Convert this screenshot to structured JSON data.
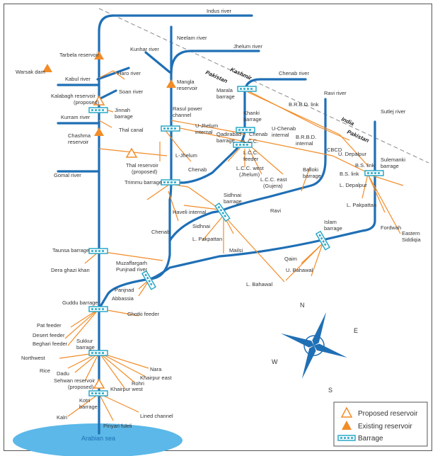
{
  "colors": {
    "river": "#1f6fb5",
    "canal": "#f28c28",
    "sea": "#5bb8e8",
    "barrage": "#2aa8c8",
    "boundary": "#888888"
  },
  "rivers": {
    "indus": "Indus river",
    "neelam": "Neelam river",
    "jhelum": "Jhelum river",
    "kunhar": "Kunhar river",
    "haro": "Haro river",
    "kabul": "Kabul river",
    "soan": "Soan river",
    "kurram": "Kurram river",
    "gomal": "Gomal river",
    "chenab": "Chenab river",
    "ravi": "Ravi river",
    "sutlej": "Sutlej river"
  },
  "reservoirs": {
    "tarbela": "Tarbela reservoir",
    "warsak": "Warsak dam",
    "kalabagh": "Kalabagh reservoir",
    "kalabagh_sub": "(proposed)",
    "chashma": "Chashma",
    "chashma_2": "reservoir",
    "mangla": "Mangla",
    "mangla_2": "reservoir",
    "thal": "Thal reservoir",
    "thal_sub": "(proposed)",
    "sehwan": "Sehwan reservoir",
    "sehwan_sub": "(proposed)"
  },
  "barrages": {
    "jinnah": "Jinnah",
    "jinnah_2": "barrage",
    "marala": "Marala",
    "marala_2": "barrage",
    "khanki": "Khanki",
    "khanki_2": "barrage",
    "qadirabad": "Qadirabad",
    "qadirabad_2": "barrage",
    "trimmu": "Trimmu barrage",
    "sidhnai": "Sidhnai",
    "sidhnai_2": "barrage",
    "balloki": "Balloki",
    "balloki_2": "barrage",
    "sulemanki": "Sulemanki",
    "sulemanki_2": "barrage",
    "islam": "Islam",
    "islam_2": "barrage",
    "taunsa": "Taunsa barrage",
    "muzaffargarh": "Muzaffargarh",
    "panjnad": "Punjnad river",
    "guddu": "Guddu barrage",
    "sukkur": "Sukkur",
    "sukkur_2": "barrage",
    "kotri": "Kotri",
    "kotri_2": "barrage"
  },
  "canals": {
    "rasul": "Rasul power",
    "rasul_2": "channel",
    "thal_canal": "Thal canal",
    "u_jhelum": "U-Jhelum",
    "u_jhelum_2": "internal",
    "l_jhelum": "L-Jhelum",
    "chenab": "Chenab",
    "chenab_b": "Chenab",
    "chenab_2": "Chenab",
    "chenab_lcc": "Chenab",
    "lcc_feeder": "L.C.C.",
    "lcc_feeder_2": "feeder",
    "lcc_west": "L.C.C. west",
    "lcc_west_2": "(Jhelum)",
    "lcc_east": "L.C.C. east",
    "lcc_east_2": "(Gujera)",
    "lcc": "L.C.C.",
    "u_chenab": "U-Chenab",
    "u_chenab_2": "internal",
    "brbd_link": "B.R.B.D. link",
    "brbd_internal": "B.R.B.D.",
    "brbd_internal_2": "internal",
    "cbcd": "CBCD",
    "u_depalpur": "U. Depalpur",
    "bs_link": "B.S. link",
    "bs_link_2": "B.S. link",
    "l_depalpur": "L. Depalpur",
    "l_pakpattan": "L. Pakpattan",
    "l_pakpattan_2": "L. Pakpattan",
    "fordwah": "Fordwah",
    "eastern_sadiqia": "Eastern",
    "eastern_sadiqia_2": "Siddiqia",
    "haveli": "Haveli internal",
    "sidhnai_canal": "Sidhnai",
    "mailsi": "Mailsi",
    "ravi": "Ravi",
    "qaim": "Qaim",
    "u_bahawal": "U. Bahawal",
    "l_bahawal": "L. Bahawal",
    "dera_ghazi": "Dera ghazi khan",
    "panjnad": "Panjnad",
    "abbasia": "Abbassia",
    "pat": "Pat feeder",
    "desert": "Desert feeder",
    "beghari": "Beghari feeder",
    "ghotki": "Ghotki feeder",
    "northwest": "Northwest",
    "rice": "Rice",
    "dadu": "Dadu",
    "nara": "Nara",
    "khairpur_east": "Khairpur east",
    "rohri": "Rohri",
    "khairpur_west": "Khairpur west",
    "kalri": "Kalri",
    "pinyari": "Pinyari fuleli",
    "lined": "Lined channel"
  },
  "boundary": {
    "kashmir": "Kashmir",
    "pakistan_1": "Pakistan",
    "india": "India",
    "pakistan_2": "Pakistan"
  },
  "sea": "Arabian sea",
  "compass": {
    "n": "N",
    "e": "E",
    "s": "S",
    "w": "W"
  },
  "legend": {
    "proposed": "Proposed reservoir",
    "existing": "Existing reservoir",
    "barrage": "Barrage"
  }
}
